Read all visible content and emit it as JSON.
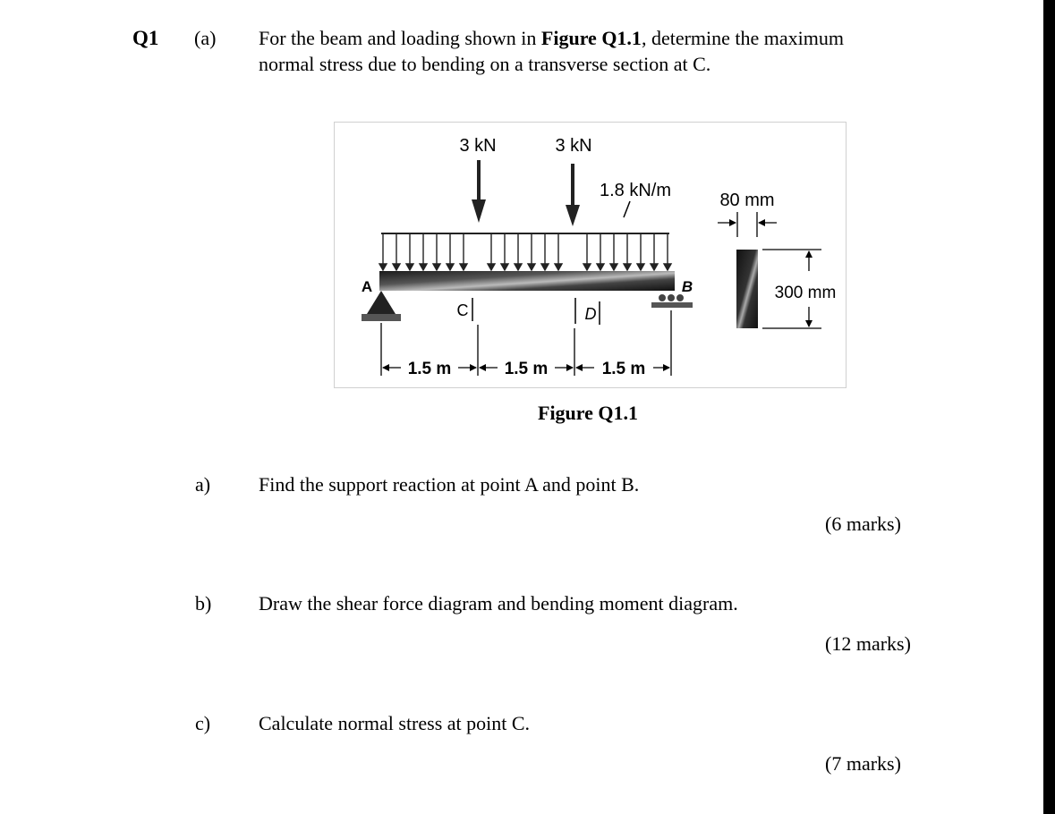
{
  "question": {
    "number": "Q1",
    "part": "(a)",
    "intro_pre": "For the beam and loading shown in ",
    "intro_ref": "Figure Q1.1",
    "intro_post": ", determine the maximum",
    "intro_line2": "normal stress due to bending on a transverse section at C."
  },
  "figure": {
    "caption": "Figure Q1.1",
    "load_1": "3 kN",
    "load_2": "3 kN",
    "distributed_load": "1.8 kN/m",
    "width_label": "80 mm",
    "height_label": "300 mm",
    "point_a": "A",
    "point_b": "B",
    "point_c": "C",
    "point_d": "D",
    "span_1": "1.5 m",
    "span_2": "1.5 m",
    "span_3": "1.5 m"
  },
  "subquestions": [
    {
      "label": "a)",
      "text": "Find the support reaction at point A and point B.",
      "marks": "(6 marks)"
    },
    {
      "label": "b)",
      "text": "Draw the shear force diagram and bending moment diagram.",
      "marks": "(12 marks)"
    },
    {
      "label": "c)",
      "text": "Calculate normal stress at point C.",
      "marks": "(7 marks)"
    }
  ],
  "colors": {
    "page": "#ffffff",
    "text": "#000000",
    "edge_bar": "#000000"
  }
}
